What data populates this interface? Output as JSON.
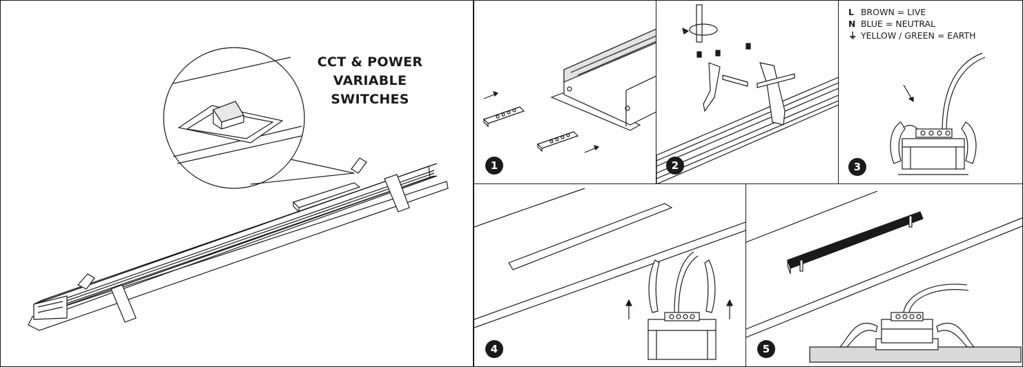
{
  "callout": {
    "line1": "CCT & POWER",
    "line2": "VARIABLE",
    "line3": "SWITCHES"
  },
  "steps": [
    "1",
    "2",
    "3",
    "4",
    "5"
  ],
  "wiring": [
    {
      "key": "L",
      "text": "BROWN = LIVE"
    },
    {
      "key": "N",
      "text": "BLUE = NEUTRAL"
    },
    {
      "key": "⏚",
      "text": "YELLOW / GREEN = EARTH"
    }
  ],
  "colors": {
    "ink": "#1a1a1a",
    "fill": "#d9d9d9",
    "background": "#ffffff"
  }
}
